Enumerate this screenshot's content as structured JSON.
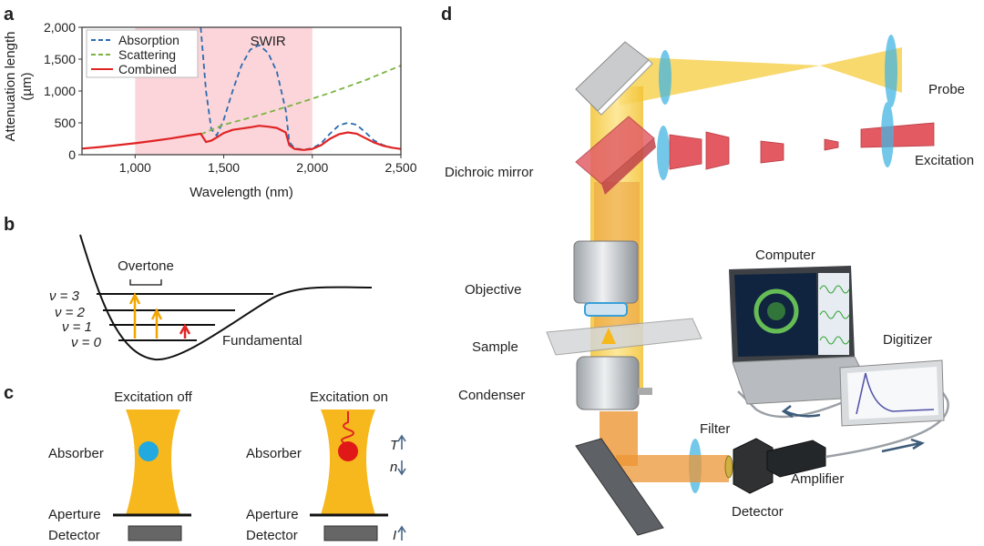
{
  "panels": {
    "a": "a",
    "b": "b",
    "c": "c",
    "d": "d"
  },
  "panel_a": {
    "ylabel_line1": "Attenuation length",
    "ylabel_line2": "(µm)",
    "xlabel": "Wavelength (nm)",
    "band_label": "SWIR",
    "colors": {
      "absorption": "#2b6cb0",
      "scattering": "#7cb342",
      "combined": "#e02424",
      "band": "#fbd5da"
    }
  },
  "chart_data": {
    "type": "line",
    "xlim": [
      700,
      2500
    ],
    "ylim": [
      0,
      2000
    ],
    "xticks": [
      1000,
      1500,
      2000,
      2500
    ],
    "xtick_labels": [
      "1,000",
      "1,500",
      "2,000",
      "2,500"
    ],
    "yticks": [
      0,
      500,
      1000,
      1500,
      2000
    ],
    "ytick_labels": [
      "0",
      "500",
      "1,000",
      "1,500",
      "2,000"
    ],
    "xlabel": "Wavelength (nm)",
    "ylabel": "Attenuation length (µm)",
    "shaded_region": {
      "x": [
        1000,
        2000
      ],
      "label": "SWIR"
    },
    "legend_position": "top-left",
    "grid": false,
    "series": [
      {
        "name": "Absorption",
        "style": "dashed",
        "color": "#2b6cb0",
        "x": [
          1370,
          1400,
          1430,
          1460,
          1500,
          1550,
          1600,
          1650,
          1700,
          1750,
          1800,
          1850,
          1870,
          1900,
          1950,
          2000,
          2050,
          2100,
          2150,
          2200,
          2250,
          2300,
          2350,
          2400,
          2450,
          2500
        ],
        "y": [
          2000,
          1000,
          400,
          300,
          550,
          1000,
          1400,
          1650,
          1720,
          1600,
          1300,
          700,
          200,
          100,
          80,
          100,
          180,
          330,
          460,
          500,
          470,
          350,
          220,
          150,
          110,
          90
        ]
      },
      {
        "name": "Scattering",
        "style": "dashed",
        "color": "#7cb342",
        "x": [
          1370,
          1500,
          1700,
          1900,
          2100,
          2300,
          2500
        ],
        "y": [
          320,
          470,
          620,
          790,
          970,
          1170,
          1400
        ]
      },
      {
        "name": "Combined",
        "style": "solid",
        "color": "#e02424",
        "x": [
          700,
          800,
          900,
          1000,
          1100,
          1200,
          1300,
          1370,
          1400,
          1430,
          1460,
          1500,
          1550,
          1600,
          1650,
          1700,
          1750,
          1800,
          1850,
          1870,
          1900,
          1950,
          2000,
          2050,
          2100,
          2150,
          2200,
          2250,
          2300,
          2350,
          2400,
          2450,
          2500
        ],
        "y": [
          95,
          120,
          150,
          180,
          215,
          255,
          300,
          330,
          200,
          220,
          270,
          340,
          390,
          410,
          430,
          455,
          440,
          420,
          350,
          150,
          90,
          75,
          90,
          150,
          250,
          320,
          350,
          330,
          260,
          190,
          140,
          110,
          90
        ]
      }
    ]
  },
  "panel_b": {
    "overtone": "Overtone",
    "fundamental": "Fundamental",
    "levels": [
      "ν = 3",
      "ν = 2",
      "ν = 1",
      "ν = 0"
    ]
  },
  "panel_c": {
    "off_title": "Excitation off",
    "on_title": "Excitation on",
    "absorber": "Absorber",
    "aperture": "Aperture",
    "detector": "Detector",
    "T": "T",
    "n": "n",
    "I": "I"
  },
  "panel_d": {
    "probe": "Probe",
    "excitation": "Excitation",
    "dichroic": "Dichroic mirror",
    "objective": "Objective",
    "sample": "Sample",
    "condenser": "Condenser",
    "computer": "Computer",
    "digitizer": "Digitizer",
    "filter": "Filter",
    "detector": "Detector",
    "amplifier": "Amplifier"
  }
}
